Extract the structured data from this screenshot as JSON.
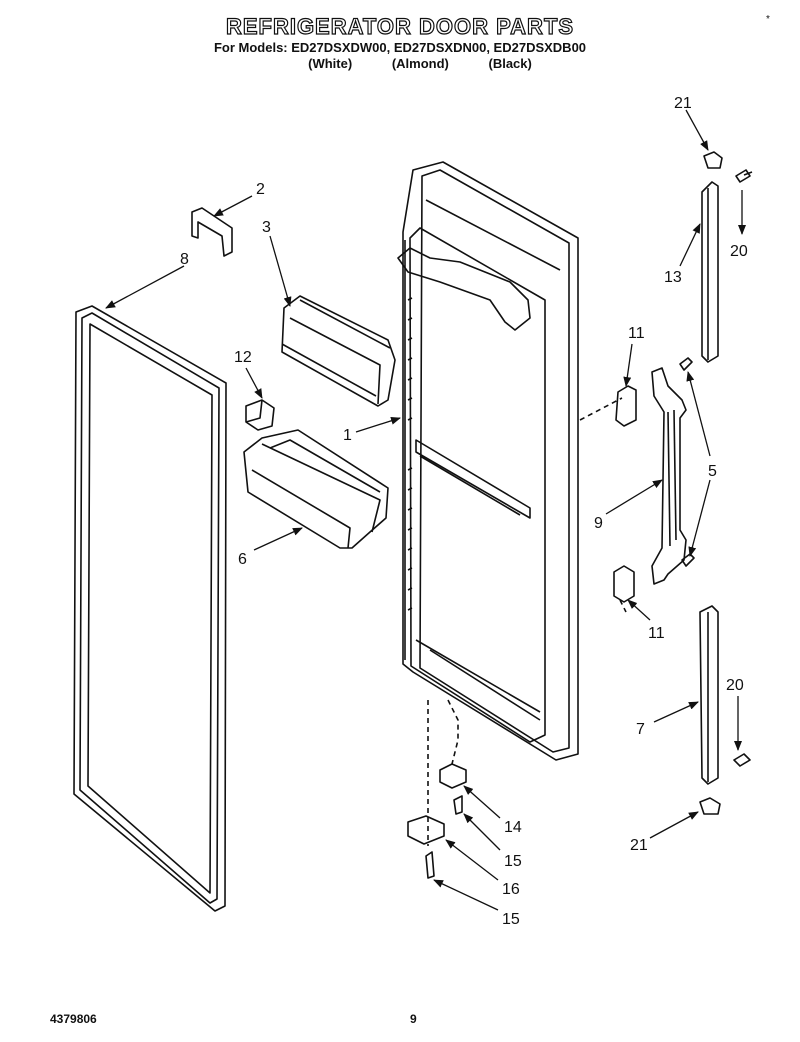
{
  "header": {
    "title": "REFRIGERATOR DOOR PARTS",
    "models": "For Models: ED27DSXDW00, ED27DSXDN00, ED27DSXDB00",
    "colors": [
      "(White)",
      "(Almond)",
      "(Black)"
    ],
    "asterisk": "*"
  },
  "callouts": {
    "c1": "1",
    "c2": "2",
    "c3": "3",
    "c5a": "5",
    "c5b": "5",
    "c6": "6",
    "c7": "7",
    "c8": "8",
    "c9": "9",
    "c11a": "11",
    "c11b": "11",
    "c12": "12",
    "c13": "13",
    "c14": "14",
    "c15a": "15",
    "c15b": "15",
    "c16": "16",
    "c20a": "20",
    "c20b": "20",
    "c21a": "21",
    "c21b": "21"
  },
  "footer": {
    "doc_number": "4379806",
    "page_number": "9"
  }
}
